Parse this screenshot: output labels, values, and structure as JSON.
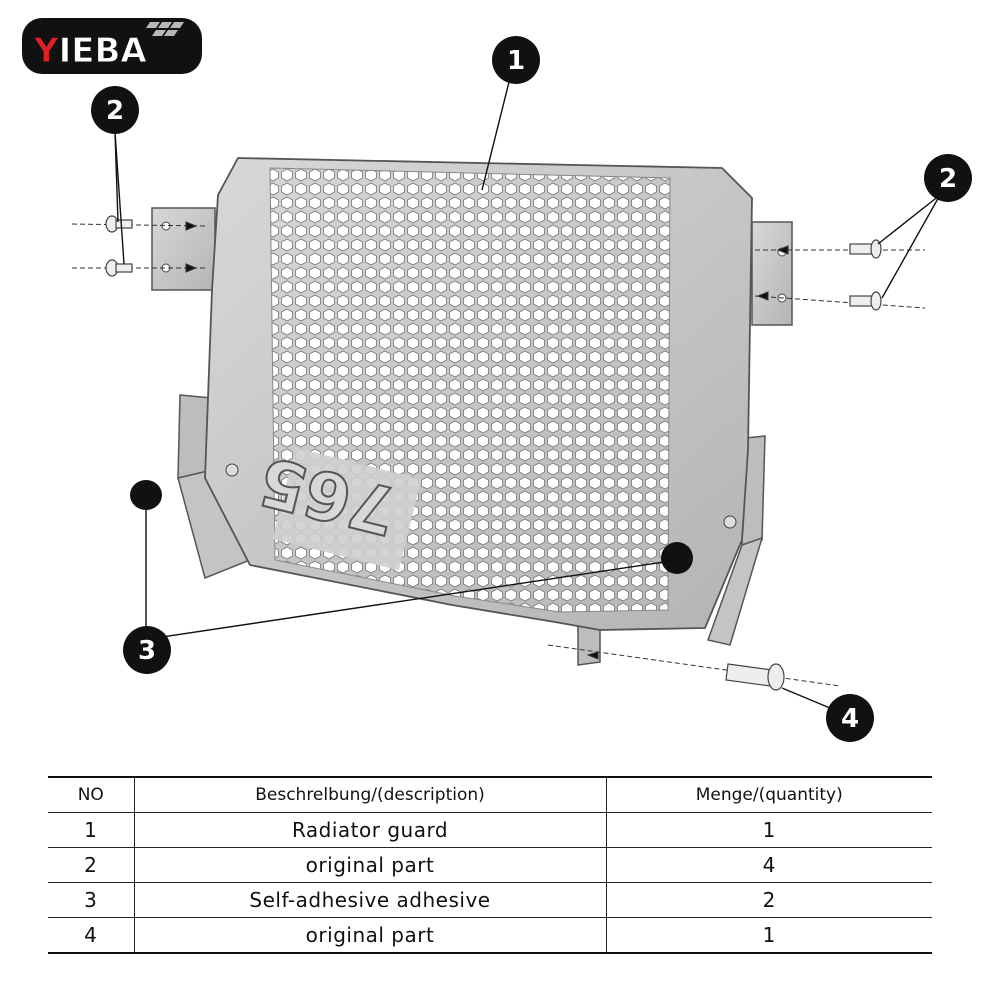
{
  "logo": {
    "text": "YIEBA"
  },
  "diagram": {
    "emblem_text": "765",
    "callouts": [
      "1",
      "2",
      "2",
      "3",
      "4"
    ]
  },
  "table": {
    "headers": [
      "NO",
      "Beschrelbung/(description)",
      "Menge/(quantity)"
    ],
    "rows": [
      [
        "1",
        "Radiator guard",
        "1"
      ],
      [
        "2",
        "original part",
        "4"
      ],
      [
        "3",
        "Self-adhesive adhesive",
        "2"
      ],
      [
        "4",
        "original part",
        "1"
      ]
    ]
  },
  "colors": {
    "callout_fill": "#111111",
    "guard_fill": "#c9c9c9",
    "logo_red": "#e02020",
    "logo_bg": "#111111"
  }
}
